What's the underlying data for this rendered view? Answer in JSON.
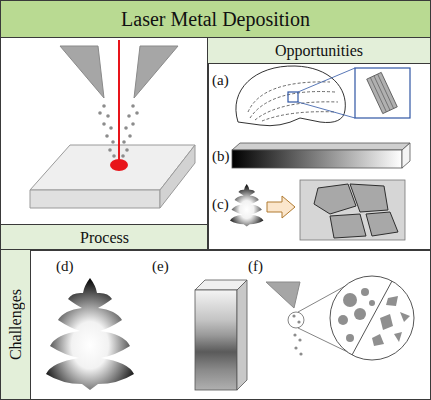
{
  "diagram": {
    "title": "Laser Metal Deposition",
    "nodes": [
      {
        "text": [
          "Process"
        ]
      },
      {
        "text": [
          "Opportunities"
        ]
      },
      {
        "text": [
          "Challenges"
        ]
      }
    ],
    "labels": [
      "(a)",
      "(b)",
      "(c)",
      "(d)",
      "(e)",
      "(f)"
    ]
  }
}
